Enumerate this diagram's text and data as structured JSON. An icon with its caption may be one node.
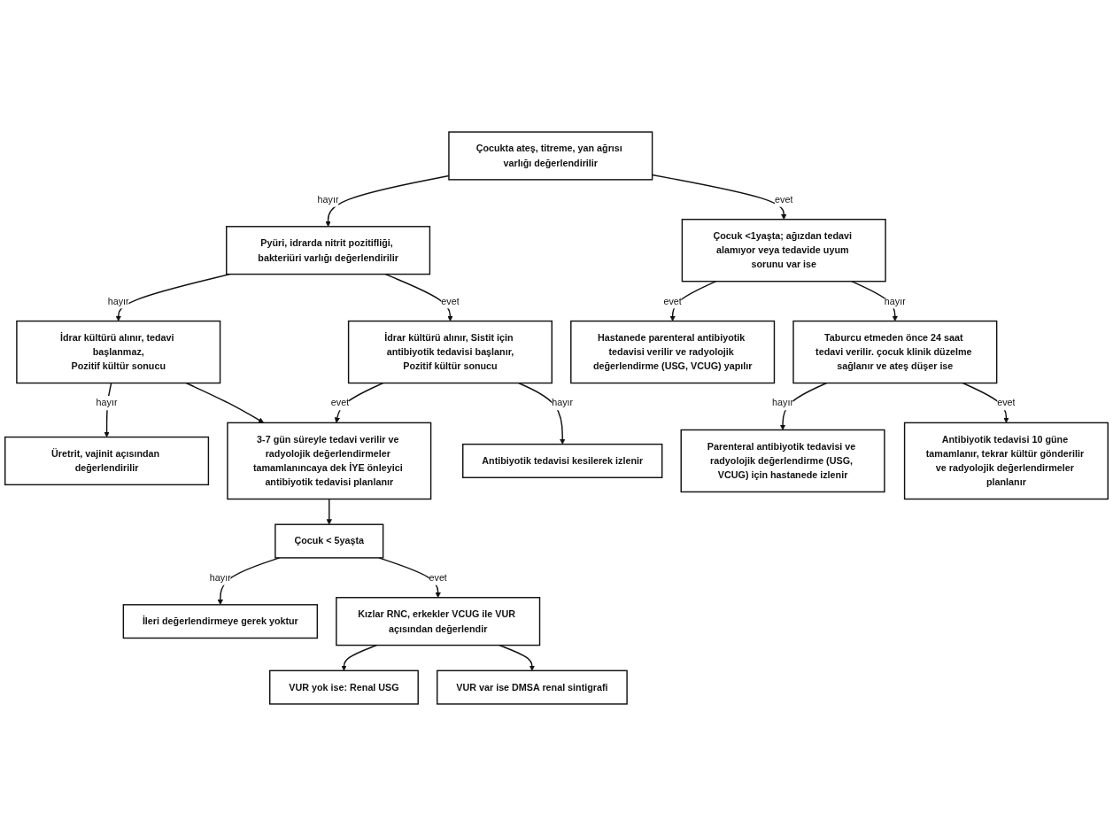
{
  "diagram": {
    "nodes": [
      {
        "text": [
          "Çocukta ateş, titreme, yan ağrısı varlığı değerlendirilir"
        ]
      },
      {
        "text": [
          "Pyüri, idrarda nitrit pozitifliği, bakteriüri varlığı değerlendirilir"
        ]
      },
      {
        "text": [
          "Çocuk <1yaşta; ağızdan tedavi alamıyor veya tedavide uyum sorunu var ise"
        ]
      },
      {
        "text": [
          "İdrar kültürü alınır, tedavi başlanmaz,",
          "Pozitif kültür sonucu"
        ]
      },
      {
        "text": [
          "İdrar kültürü alınır, Sistit için antibiyotik tedavisi başlanır,",
          "Pozitif kültür sonucu"
        ]
      },
      {
        "text": [
          "Antibiyotik tedavisi kesilerek izlenir"
        ]
      },
      {
        "text": [
          "Hastanede parenteral antibiyotik tedavisi verilir ve radyolojik değerlendirme (USG, VCUG) yapılır"
        ]
      },
      {
        "text": [
          "Üretrit, vajinit açısından değerlendirilir"
        ]
      },
      {
        "text": [
          "3-7 gün süreyle tedavi verilir ve radyolojik değerlendirmeler tamamlanıncaya dek İYE önleyici antibiyotik tedavisi planlanır"
        ]
      },
      {
        "text": [
          "Taburcu etmeden önce 24 saat tedavi verilir. çocuk klinik düzelme sağlanır ve ateş düşer ise"
        ]
      },
      {
        "text": [
          "Parenteral antibiyotik tedavisi ve radyolojik değerlendirme (USG, VCUG) için hastanede izlenir"
        ]
      },
      {
        "text": [
          "Çocuk < 5yaşta"
        ]
      },
      {
        "text": [
          "İleri değerlendirmeye gerek yoktur"
        ]
      },
      {
        "text": [
          "Kızlar RNC, erkekler VCUG ile VUR açısından değerlendir"
        ]
      },
      {
        "text": [
          "Antibiyotik tedavisi 10 güne tamamlanır, tekrar kültür gönderilir ve radyolojik değerlendirmeler planlanır"
        ]
      },
      {
        "text": [
          "VUR yok ise: Renal USG"
        ]
      },
      {
        "text": [
          "VUR var ise DMSA renal sintigrafi"
        ]
      }
    ],
    "edges": [
      {
        "from": 0,
        "to": 1,
        "arrow": "to",
        "label": "hayır"
      },
      {
        "from": 0,
        "to": 2,
        "arrow": "to",
        "label": "evet"
      },
      {
        "from": 1,
        "to": 3,
        "arrow": "to",
        "label": "hayır"
      },
      {
        "from": 1,
        "to": 4,
        "arrow": "to",
        "label": "evet"
      },
      {
        "from": 2,
        "to": 6,
        "arrow": "to",
        "label": "evet"
      },
      {
        "from": 2,
        "to": 9,
        "arrow": "to",
        "label": "hayır"
      },
      {
        "from": 3,
        "to": 7,
        "arrow": "to",
        "label": "hayır"
      },
      {
        "from": 3,
        "to": 8,
        "arrow": "to"
      },
      {
        "from": 4,
        "to": 8,
        "arrow": "to",
        "label": "evet"
      },
      {
        "from": 4,
        "to": 5,
        "arrow": "to",
        "label": "hayır"
      },
      {
        "from": 9,
        "to": 10,
        "arrow": "to",
        "label": "hayır"
      },
      {
        "from": 9,
        "to": 14,
        "arrow": "to",
        "label": "evet"
      },
      {
        "from": 8,
        "to": 11,
        "arrow": "to"
      },
      {
        "from": 11,
        "to": 12,
        "arrow": "to",
        "label": "hayır"
      },
      {
        "from": 11,
        "to": 13,
        "arrow": "to",
        "label": "evet"
      },
      {
        "from": 13,
        "to": 15,
        "arrow": "to"
      },
      {
        "from": 13,
        "to": 16,
        "arrow": "to"
      }
    ]
  }
}
